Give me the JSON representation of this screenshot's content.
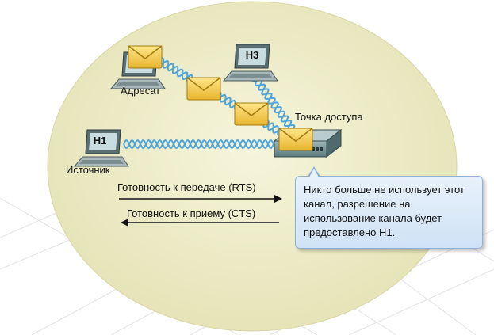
{
  "labels": {
    "destination": "Адресат",
    "source": "Источник",
    "access_point": "Точка доступа",
    "host1": "H1",
    "host3": "H3"
  },
  "arrows": {
    "rts": "Готовность к передаче (RTS)",
    "cts": "Готовность к приему (CTS)"
  },
  "callout": {
    "text": "Никто больше не использует этот канал, разрешение на использование канала будет предоставлено H1."
  },
  "colors": {
    "circle_fill": "#efeec8",
    "wave": "#4fa4d8",
    "envelope": "#f2c94c",
    "callout_bg": "#d8e8f8"
  }
}
